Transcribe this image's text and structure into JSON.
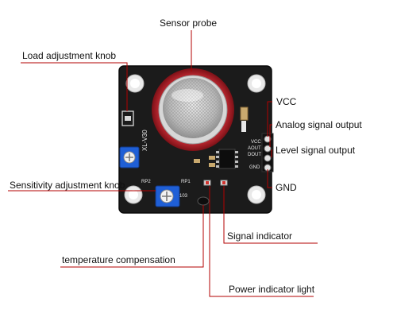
{
  "colors": {
    "pcb": "#1b1b1b",
    "pcb_edge": "#0a0a0a",
    "leader": "#b30000",
    "sensor_ring": "#b5202a",
    "mesh": "#c9c9c9",
    "pot_blue": "#1f5fd6",
    "pot_knob": "#f2f2f2",
    "silkscreen": "#e8e8e8"
  },
  "icons": {
    "probe": "sensor-probe-icon",
    "potentiometer": "trimmer-potentiometer-icon",
    "led": "smd-led-icon",
    "pin": "header-pin-icon"
  },
  "labels": {
    "sensor_probe": "Sensor probe",
    "load_knob": "Load adjustment knob",
    "vcc": "VCC",
    "analog_output": "Analog signal output",
    "level_output": "Level signal output",
    "sensitivity_knob": "Sensitivity adjustment knob",
    "gnd": "GND",
    "signal_indicator": "Signal indicator",
    "temp_comp": "temperature compensation",
    "power_indicator": "Power indicator light"
  },
  "board": {
    "model": "XL-V30",
    "pot_rp1": "RP1",
    "pot_rp2": "RP2",
    "pot_code": "103",
    "pin_vcc": "VCC",
    "pin_aout": "AOUT",
    "pin_dout": "DOUT",
    "pin_gnd": "GND"
  }
}
